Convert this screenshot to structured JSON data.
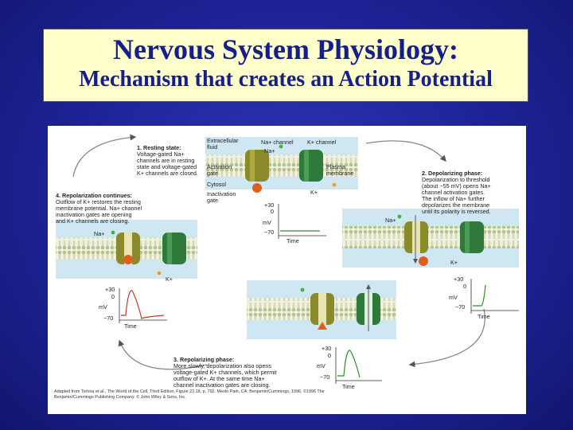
{
  "slide": {
    "title_line1": "Nervous System Physiology:",
    "title_line2": "Mechanism that creates an Action Potential"
  },
  "figure": {
    "steps": [
      {
        "number": "1.",
        "title": "Resting state:",
        "body": "Voltage-gated Na+\nchannels are in resting\nstate and voltage-gated\nK+ channels are closed."
      },
      {
        "number": "2.",
        "title": "Depolarizing phase:",
        "body": "Depolarization to threshold\n(about −55 mV) opens Na+\nchannel activation gates.\nThe inflow of Na+ further\ndepolarizes the membrane\nuntil its polarity is reversed."
      },
      {
        "number": "3.",
        "title": "Repolarizing phase:",
        "body": "More slowly, depolarization also opens\nvoltage-gated K+ channels, which permit\noutflow of K+. At the same time Na+\nchannel inactivation gates are closing."
      },
      {
        "number": "4.",
        "title": "Repolarization continues:",
        "body": "Outflow of K+ restores the resting\nmembrane potential. Na+ channel\ninactivation gates are opening\nand K+ channels are closing."
      }
    ],
    "labels": {
      "extracellular": "Extracellular\nfluid",
      "na_channel": "Na+ channel",
      "k_channel": "K+ channel",
      "activation_gate": "Activation\ngate",
      "plasma_membrane": "Plasma\nmembrane",
      "cytosol": "Cytosol",
      "inactivation_gate": "Inactivation\ngate",
      "na_ion": "Na+",
      "k_ion": "K+",
      "mv": "mV",
      "time": "Time",
      "plus30": "+30",
      "zero": "0",
      "minus70": "−70"
    },
    "credit": "Adapted from Tortora et al., The World of the Cell, Third Edition, Figure 22.18, p. 792. Menlo Park, CA: Benjamin/Cummings, 1996. ©1996 The Benjamin/Cummings Publishing Company. © John Wiley & Sons, Inc."
  }
}
